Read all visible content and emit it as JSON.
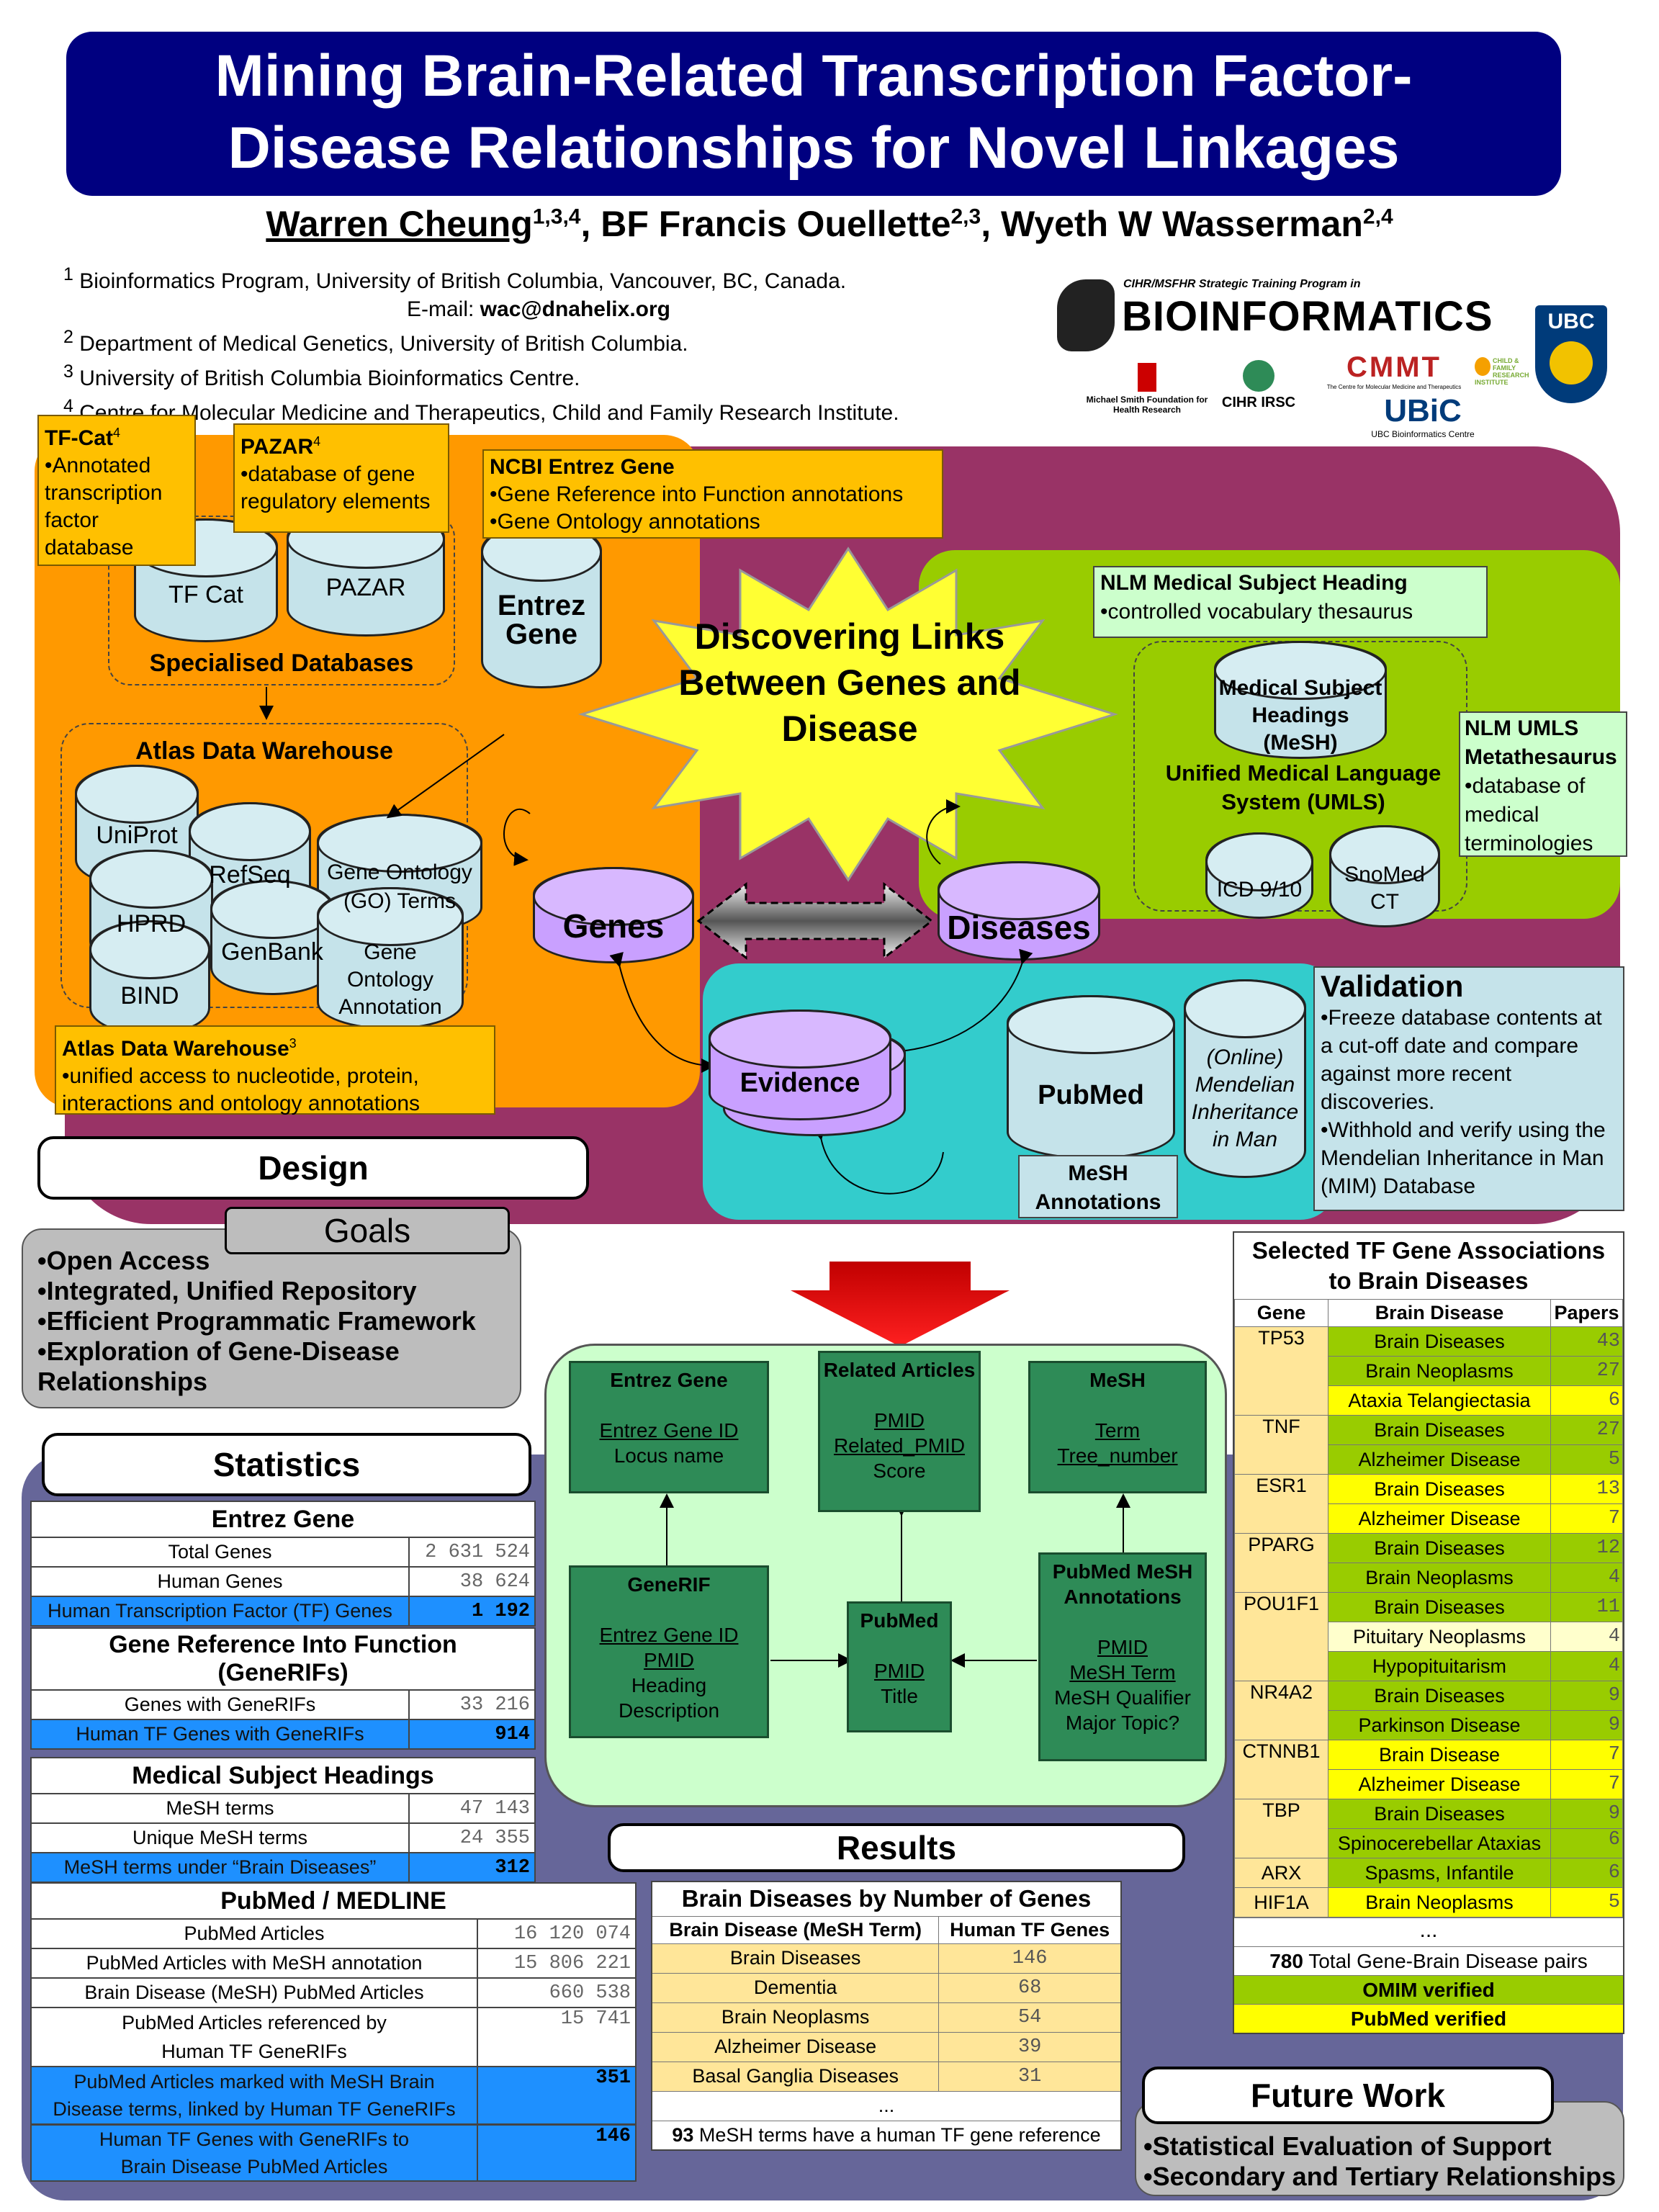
{
  "title": {
    "line1": "Mining Brain-Related Transcription Factor-",
    "line2": "Disease Relationships for Novel Linkages"
  },
  "authors": {
    "a1": "Warren Cheung",
    "s1": "1,3,4",
    "a2": ", BF Francis Ouellette",
    "s2": "2,3",
    "a3": ", Wyeth W Wasserman",
    "s3": "2,4"
  },
  "affiliations": {
    "n1": "1",
    "t1": "Bioinformatics Program, University of British Columbia, Vancouver, BC, Canada.",
    "email_label": "E-mail: ",
    "email": "wac@dnahelix.org",
    "n2": "2",
    "t2": "Department of Medical Genetics, University of British Columbia.",
    "n3": "3",
    "t3": "University of British Columbia Bioinformatics Centre.",
    "n4": "4",
    "t4": "Centre for Molecular Medicine and Therapeutics, Child and Family Research Institute."
  },
  "logos": {
    "bio_top": "CIHR/MSFHR Strategic Training Program in",
    "bio": "BIOINFORMATICS",
    "ubc": "UBC",
    "msfhr": "Michael Smith Foundation for Health Research",
    "cihr": "CIHR IRSC",
    "cmmt": "CMMT",
    "cmmt_sub": "The Centre for Molecular Medicine and Therapeutics",
    "cfri": "CHILD & FAMILY RESEARCH INSTITUTE",
    "ubic": "UBiC",
    "ubic_sub": "UBC Bioinformatics Centre"
  },
  "design": {
    "tfcat_title": "TF-Cat",
    "tfcat_sup": "4",
    "tfcat_body": "•Annotated transcription factor database",
    "pazar_title": "PAZAR",
    "pazar_sup": "4",
    "pazar_body": "•database of gene regulatory elements",
    "ncbi_title": "NCBI Entrez Gene",
    "ncbi_b1": "•Gene Reference into Function annotations",
    "ncbi_b2": "•Gene Ontology annotations",
    "cyl_tfcat": "TF Cat",
    "cyl_pazar": "PAZAR",
    "cyl_entrez": "Entrez Gene",
    "specialised": "Specialised Databases",
    "atlas_label": "Atlas Data Warehouse",
    "cyl_uniprot": "UniProt",
    "cyl_refseq": "RefSeq",
    "cyl_go": "Gene Ontology (GO) Terms",
    "cyl_hprd": "HPRD",
    "cyl_genbank": "GenBank",
    "cyl_bind": "BIND",
    "cyl_goa": "Gene Ontology Annotation",
    "atlas_title": "Atlas Data Warehouse",
    "atlas_sup": "3",
    "atlas_body": "•unified access to nucleotide, protein, interactions and ontology annotations",
    "star": "Discovering Links Between Genes and Disease",
    "genes": "Genes",
    "diseases": "Diseases",
    "nlm_title": "NLM Medical Subject Heading",
    "nlm_body": "•controlled vocabulary thesaurus",
    "mesh_cyl": "Medical Subject Headings (MeSH)",
    "umls_label": "Unified Medical Language System (UMLS)",
    "icd": "ICD 9/10",
    "snomed": "SnoMed CT",
    "umls_title": "NLM UMLS Metathesaurus",
    "umls_body": "•database of medical terminologies",
    "evidence": "Evidence",
    "pubmed": "PubMed",
    "omim": "(Online) Mendelian Inheritance in Man",
    "mesh_ann": "MeSH Annotations",
    "valid_title": "Validation",
    "valid_b1": "•Freeze database contents at a cut-off date and compare against more recent discoveries.",
    "valid_b2": "•Withhold and verify using the Mendelian Inheritance in Man (MIM) Database",
    "design_label": "Design"
  },
  "goals": {
    "label": "Goals",
    "items": [
      "•Open Access",
      "•Integrated, Unified Repository",
      "•Efficient Programmatic Framework",
      "•Exploration of Gene-Disease Relationships"
    ]
  },
  "statistics": {
    "label": "Statistics",
    "entrez": {
      "title": "Entrez Gene",
      "rows": [
        [
          "Total Genes",
          "2 631 524"
        ],
        [
          "Human Genes",
          "38 624"
        ],
        [
          "Human Transcription Factor (TF) Genes",
          "1 192"
        ]
      ]
    },
    "generif": {
      "title": "Gene Reference Into Function (GeneRIFs)",
      "rows": [
        [
          "Genes with GeneRIFs",
          "33 216"
        ],
        [
          "Human TF Genes with GeneRIFs",
          "914"
        ]
      ]
    },
    "mesh": {
      "title": "Medical Subject Headings",
      "rows": [
        [
          "MeSH terms",
          "47 143"
        ],
        [
          "Unique MeSH terms",
          "24 355"
        ],
        [
          "MeSH terms under “Brain Diseases”",
          "312"
        ]
      ]
    },
    "pubmed": {
      "title": "PubMed / MEDLINE",
      "rows": [
        [
          "PubMed Articles",
          "16 120 074"
        ],
        [
          "PubMed Articles with MeSH annotation",
          "15 806 221"
        ],
        [
          "Brain Disease (MeSH) PubMed Articles",
          "660 538"
        ],
        [
          "PubMed Articles referenced by Human TF GeneRIFs",
          "15 741"
        ],
        [
          "PubMed Articles marked with MeSH Brain Disease terms, linked by Human TF GeneRIFs",
          "351"
        ]
      ]
    },
    "final": [
      "Human TF Genes with GeneRIFs to Brain Disease PubMed Articles",
      "146"
    ]
  },
  "schema": {
    "entrez": {
      "t": "Entrez Gene",
      "f1": "Entrez Gene ID",
      "f2": "Locus name"
    },
    "related": {
      "t": "Related Articles",
      "f1": "PMID",
      "f2": "Related_PMID",
      "f3": "Score"
    },
    "mesh": {
      "t": "MeSH",
      "f1": "Term",
      "f2": "Tree_number"
    },
    "generif": {
      "t": "GeneRIF",
      "f1": "Entrez Gene ID",
      "f2": "PMID",
      "f3": "Heading",
      "f4": "Description"
    },
    "pubmed": {
      "t": "PubMed",
      "f1": "PMID",
      "f2": "Title"
    },
    "pmesh": {
      "t": "PubMed MeSH Annotations",
      "f1": "PMID",
      "f2": "MeSH Term",
      "f3": "MeSH Qualifier",
      "f4": "Major Topic?"
    }
  },
  "results": {
    "label": "Results",
    "bd_title": "Brain Diseases by Number of Genes",
    "bd_h1": "Brain Disease (MeSH Term)",
    "bd_h2": "Human TF Genes",
    "bd_rows": [
      [
        "Brain Diseases",
        "146"
      ],
      [
        "Dementia",
        "68"
      ],
      [
        "Brain Neoplasms",
        "54"
      ],
      [
        "Alzheimer Disease",
        "39"
      ],
      [
        "Basal Ganglia Diseases",
        "31"
      ]
    ],
    "bd_dots": "...",
    "bd_foot_n": "93",
    "bd_foot": " MeSH terms have a human TF gene reference"
  },
  "tf_table": {
    "title": "Selected TF Gene Associations to Brain Diseases",
    "h1": "Gene",
    "h2": "Brain Disease",
    "h3": "Papers",
    "dots": "...",
    "total_n": "780",
    "total": " Total Gene-Brain Disease pairs",
    "omim": "OMIM verified",
    "pubmed": "PubMed verified",
    "colors": {
      "omim": "#99cc00",
      "pubmed": "#ffff00"
    }
  },
  "future": {
    "label": "Future Work",
    "items": [
      "•Statistical Evaluation of Support",
      "•Secondary and Tertiary Relationships"
    ]
  }
}
